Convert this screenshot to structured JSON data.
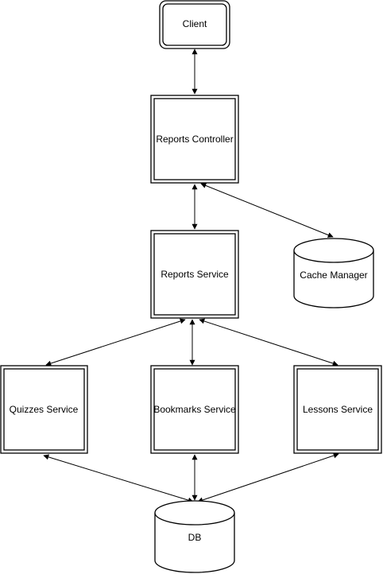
{
  "diagram": {
    "nodes": {
      "client": {
        "label": "Client"
      },
      "reports_controller": {
        "label": "Reports Controller"
      },
      "reports_service": {
        "label": "Reports Service"
      },
      "cache_manager": {
        "label": "Cache Manager"
      },
      "quizzes_service": {
        "label": "Quizzes Service"
      },
      "bookmarks_service": {
        "label": "Bookmarks Service"
      },
      "lessons_service": {
        "label": "Lessons Service"
      },
      "db": {
        "label": "DB"
      }
    },
    "edges": [
      {
        "from": "client",
        "to": "reports_controller",
        "direction": "both"
      },
      {
        "from": "reports_controller",
        "to": "reports_service",
        "direction": "both"
      },
      {
        "from": "reports_controller",
        "to": "cache_manager",
        "direction": "both"
      },
      {
        "from": "reports_service",
        "to": "quizzes_service",
        "direction": "both"
      },
      {
        "from": "reports_service",
        "to": "bookmarks_service",
        "direction": "both"
      },
      {
        "from": "reports_service",
        "to": "lessons_service",
        "direction": "both"
      },
      {
        "from": "quizzes_service",
        "to": "db",
        "direction": "both"
      },
      {
        "from": "bookmarks_service",
        "to": "db",
        "direction": "both"
      },
      {
        "from": "lessons_service",
        "to": "db",
        "direction": "both"
      }
    ],
    "colors": {
      "stroke": "#000000",
      "fill": "#ffffff"
    }
  }
}
